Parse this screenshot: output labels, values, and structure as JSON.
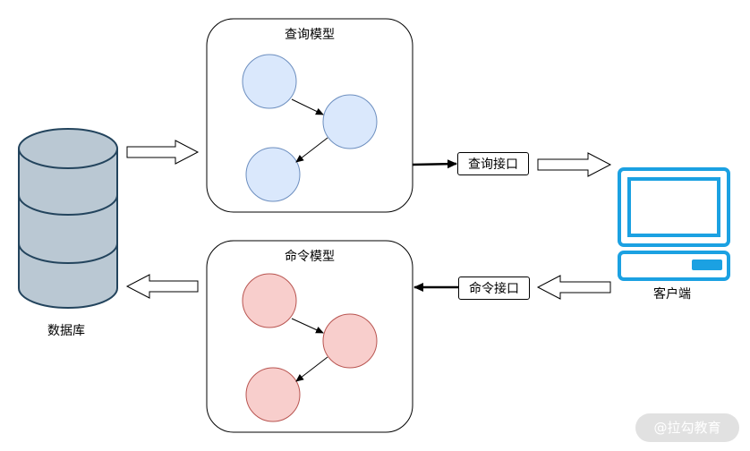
{
  "query_model": {
    "title": "查询模型"
  },
  "command_model": {
    "title": "命令模型"
  },
  "query_interface": {
    "label": "查询接口"
  },
  "command_interface": {
    "label": "命令接口"
  },
  "database": {
    "label": "数据库"
  },
  "client": {
    "label": "客户端"
  },
  "watermark": {
    "text": "@拉勾教育"
  },
  "colors": {
    "query_node_fill": "#dae8fc",
    "query_node_stroke": "#6c8ebf",
    "command_node_fill": "#f8cecc",
    "command_node_stroke": "#b85450",
    "db_fill": "#bac8d3",
    "db_stroke": "#23445d",
    "client_blue": "#1ba1e2"
  }
}
